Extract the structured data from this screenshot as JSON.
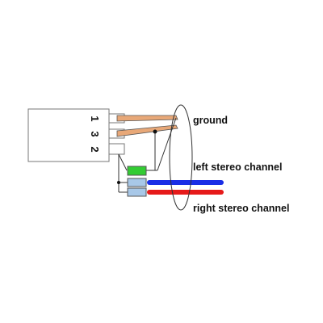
{
  "connector": {
    "pins": [
      "1",
      "3",
      "2"
    ]
  },
  "labels": {
    "ground": "ground",
    "left": "left stereo channel",
    "right": "right stereo channel"
  },
  "colors": {
    "pin_tip": "#e8a878",
    "ground_marker": "#33cc33",
    "channel_marker": "#a8c8e8",
    "left_cable": "#1a2ee6",
    "right_cable": "#e61a1a",
    "wire": "#333333"
  }
}
